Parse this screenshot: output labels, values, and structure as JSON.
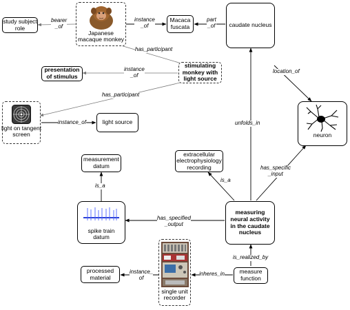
{
  "nodes": {
    "study_subject_role": "study subject\nrole",
    "japanese_macaque": "Japanese\nmacaque monkey",
    "macaca_fuscata": "Macaca\nfuscata",
    "caudate_nucleus": "caudate nucleus",
    "presentation_of_stimulus": "presentation\nof stimulus",
    "stimulating_monkey": "stimulating\nmonkey with\nlight source",
    "light_on_tangent_screen": "light on tangent\nscreen",
    "light_source": "light source",
    "neuron": "neuron",
    "extracellular_recording": "extracellular\nelectrophysiology\nrecording",
    "measurement_datum": "measurement\ndatum",
    "spike_train_datum": "spike train\ndatum",
    "measuring_neural_activity": "measuring\nneural activity\nin the caudate\nnucleus",
    "processed_material": "processed\nmaterial",
    "measure_function": "measure\nfunction",
    "single_unit_recorder": "single unit\nrecorder"
  },
  "edges": {
    "bearer_of": "bearer\n_of",
    "instance_of_macaque": "instance\n_of",
    "part_of": "part\n_of",
    "has_participant_monkey": "has_participant",
    "instance_of_presentation": "instance\n_of",
    "has_participant_light": "has_participant",
    "instance_of_light": "instance_of",
    "location_of": "location_of",
    "unfolds_in": "unfolds_in",
    "has_specific_input": "has_specific\n_input",
    "is_a_recording": "is_a",
    "is_a_measurement": "is_a",
    "has_specified_output": "has_specified\n_output",
    "is_realized_by": "is_realized_by",
    "instance_of_processed": "instance_\nof",
    "inheres_in": "inheres_in"
  },
  "icons": {
    "monkey": "macaque-photo",
    "target": "target-screen-icon",
    "neuron": "neuron-drawing",
    "spikes": "spike-train-plot",
    "recorder": "recorder-photo"
  }
}
